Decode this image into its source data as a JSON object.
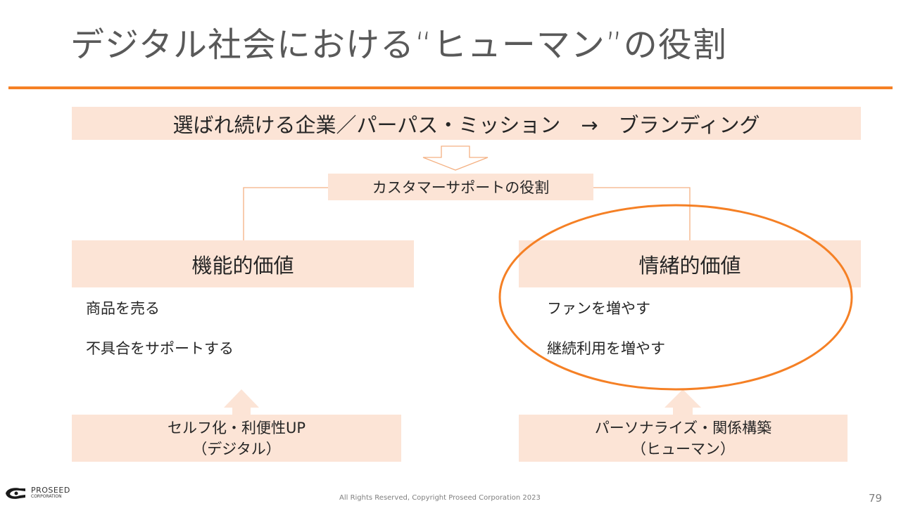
{
  "slide": {
    "title": "デジタル社会における“ヒューマン”の役割",
    "page_number": "79"
  },
  "colors": {
    "accent": "#f58025",
    "box_fill": "#fce4d6",
    "connector": "#f4b183",
    "title_text": "#595959"
  },
  "diagram": {
    "banner": "選ばれ続ける企業／パーパス・ミッション　→　ブランディング",
    "center_node": "カスタマーサポートの役割",
    "left": {
      "header": "機能的価値",
      "items": [
        "商品を売る",
        "不具合をサポートする"
      ],
      "driver_line1": "セルフ化・利便性UP",
      "driver_line2": "（デジタル）"
    },
    "right": {
      "header": "情緒的価値",
      "items": [
        "ファンを増やす",
        "継続利用を増やす"
      ],
      "driver_line1": "パーソナライズ・関係構築",
      "driver_line2": "（ヒューマン）",
      "highlighted": true
    }
  },
  "footer": {
    "logo_name": "PROSEED",
    "logo_sub": "CORPORATION",
    "copyright": "All Rights Reserved, Copyright Proseed Corporation 2023"
  }
}
